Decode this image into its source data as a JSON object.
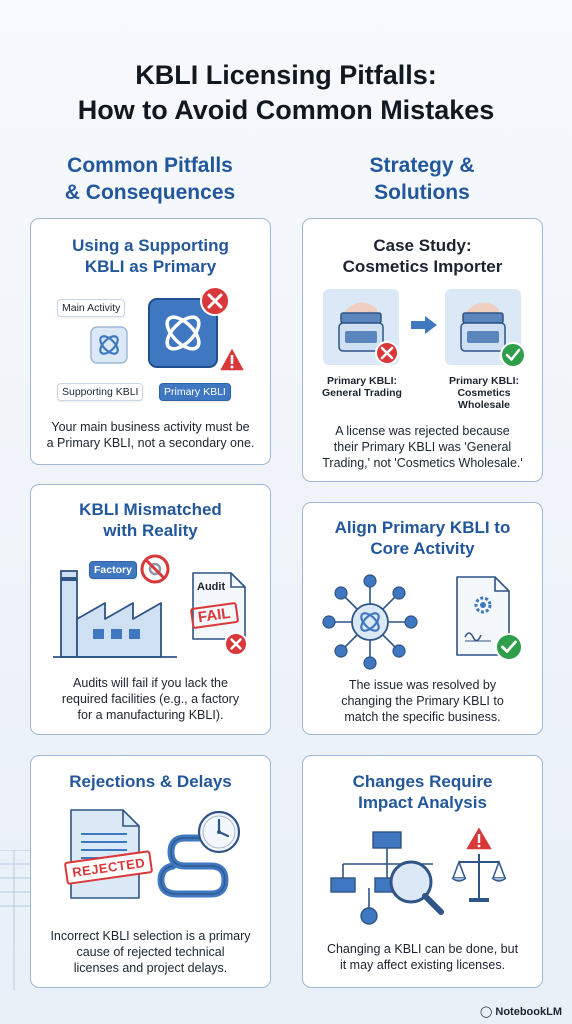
{
  "title": {
    "line1": "KBLI Licensing Pitfalls:",
    "line2": "How to Avoid Common Mistakes"
  },
  "columns": {
    "left": {
      "line1": "Common Pitfalls",
      "line2": "& Consequences"
    },
    "right": {
      "line1": "Strategy &",
      "line2": "Solutions"
    }
  },
  "cards": {
    "supporting_primary": {
      "title1": "Using a Supporting",
      "title2": "KBLI as Primary",
      "labels": {
        "main": "Main Activity",
        "supporting": "Supporting KBLI",
        "primary": "Primary KBLI"
      },
      "text1": "Your main business activity must be",
      "text2": "a Primary KBLI, not a secondary one."
    },
    "case_study": {
      "title1": "Case Study:",
      "title2": "Cosmetics Importer",
      "left_label1": "Primary KBLI:",
      "left_label2": "General Trading",
      "right_label1": "Primary KBLI:",
      "right_label2": "Cosmetics",
      "right_label3": "Wholesale",
      "text1": "A license was rejected because",
      "text2": "their Primary KBLI was 'General",
      "text3": "Trading,' not 'Cosmetics Wholesale.'"
    },
    "mismatch": {
      "title1": "KBLI Mismatched",
      "title2": "with Reality",
      "factory_tag": "Factory",
      "audit_label": "Audit",
      "fail_stamp": "FAIL",
      "text1": "Audits will fail if you lack the",
      "text2": "required facilities (e.g., a factory",
      "text3": "for a manufacturing KBLI)."
    },
    "align": {
      "title1": "Align Primary KBLI to",
      "title2": "Core Activity",
      "text1": "The issue was resolved by",
      "text2": "changing the Primary KBLI to",
      "text3": "match the specific business."
    },
    "rejections": {
      "title1": "Rejections & Delays",
      "stamp": "REJECTED",
      "text1": "Incorrect KBLI selection is a primary",
      "text2": "cause of rejected technical",
      "text3": "licenses and project delays."
    },
    "impact": {
      "title1": "Changes Require",
      "title2": "Impact Analysis",
      "text1": "Changing a KBLI can be done, but",
      "text2": "it may affect existing licenses."
    }
  },
  "watermark": "NotebookLM",
  "colors": {
    "accent": "#23579b",
    "error": "#d9383a",
    "success": "#2e9e4a",
    "card_border": "#9fb8d6"
  }
}
